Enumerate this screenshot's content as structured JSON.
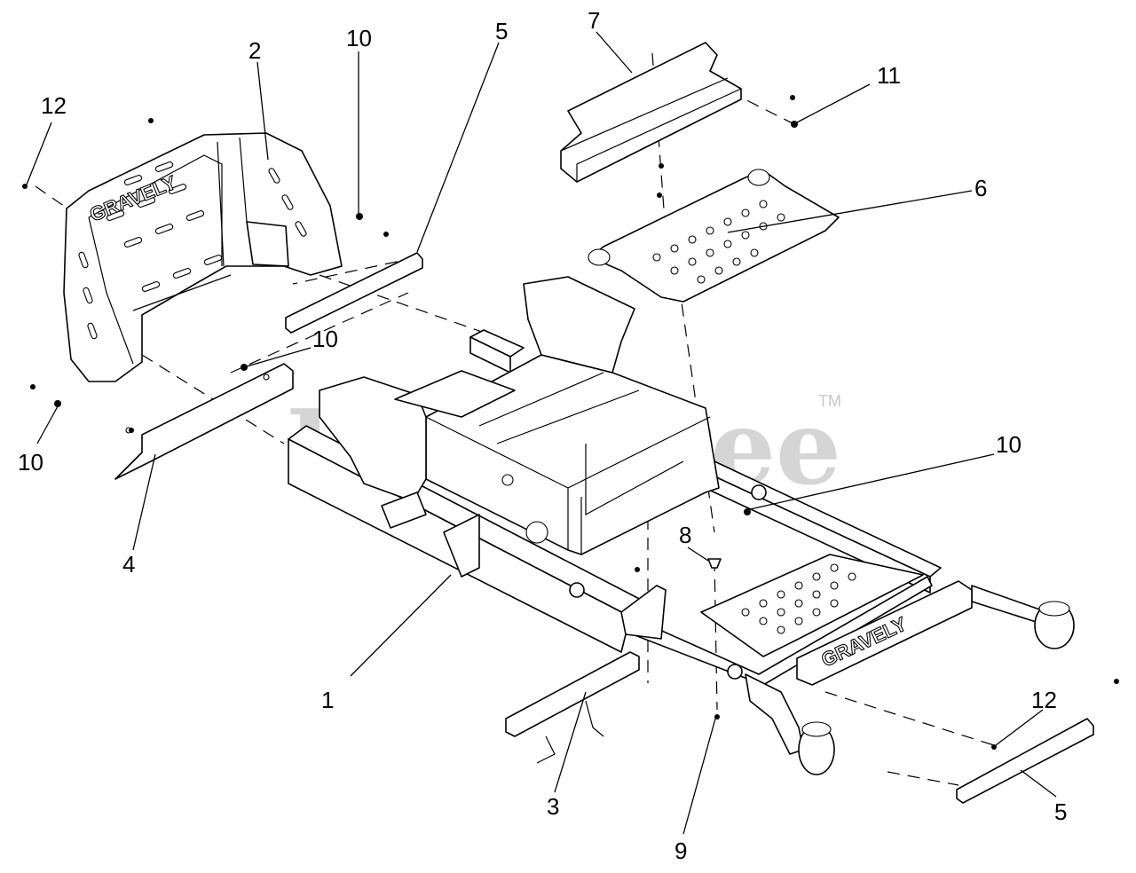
{
  "watermark": {
    "text": "PartsTree",
    "trademark": "TM"
  },
  "brand_marks": {
    "seat_pan_logo": "GRAVELY",
    "front_plate_logo": "GRAVELY"
  },
  "callouts": [
    {
      "id": "c1",
      "label": "1"
    },
    {
      "id": "c2",
      "label": "2"
    },
    {
      "id": "c3",
      "label": "3"
    },
    {
      "id": "c4",
      "label": "4"
    },
    {
      "id": "c5a",
      "label": "5"
    },
    {
      "id": "c5b",
      "label": "5"
    },
    {
      "id": "c6",
      "label": "6"
    },
    {
      "id": "c7",
      "label": "7"
    },
    {
      "id": "c8",
      "label": "8"
    },
    {
      "id": "c9",
      "label": "9"
    },
    {
      "id": "c10a",
      "label": "10"
    },
    {
      "id": "c10b",
      "label": "10"
    },
    {
      "id": "c10c",
      "label": "10"
    },
    {
      "id": "c10d",
      "label": "10"
    },
    {
      "id": "c11",
      "label": "11"
    },
    {
      "id": "c12a",
      "label": "12"
    },
    {
      "id": "c12b",
      "label": "12"
    }
  ]
}
